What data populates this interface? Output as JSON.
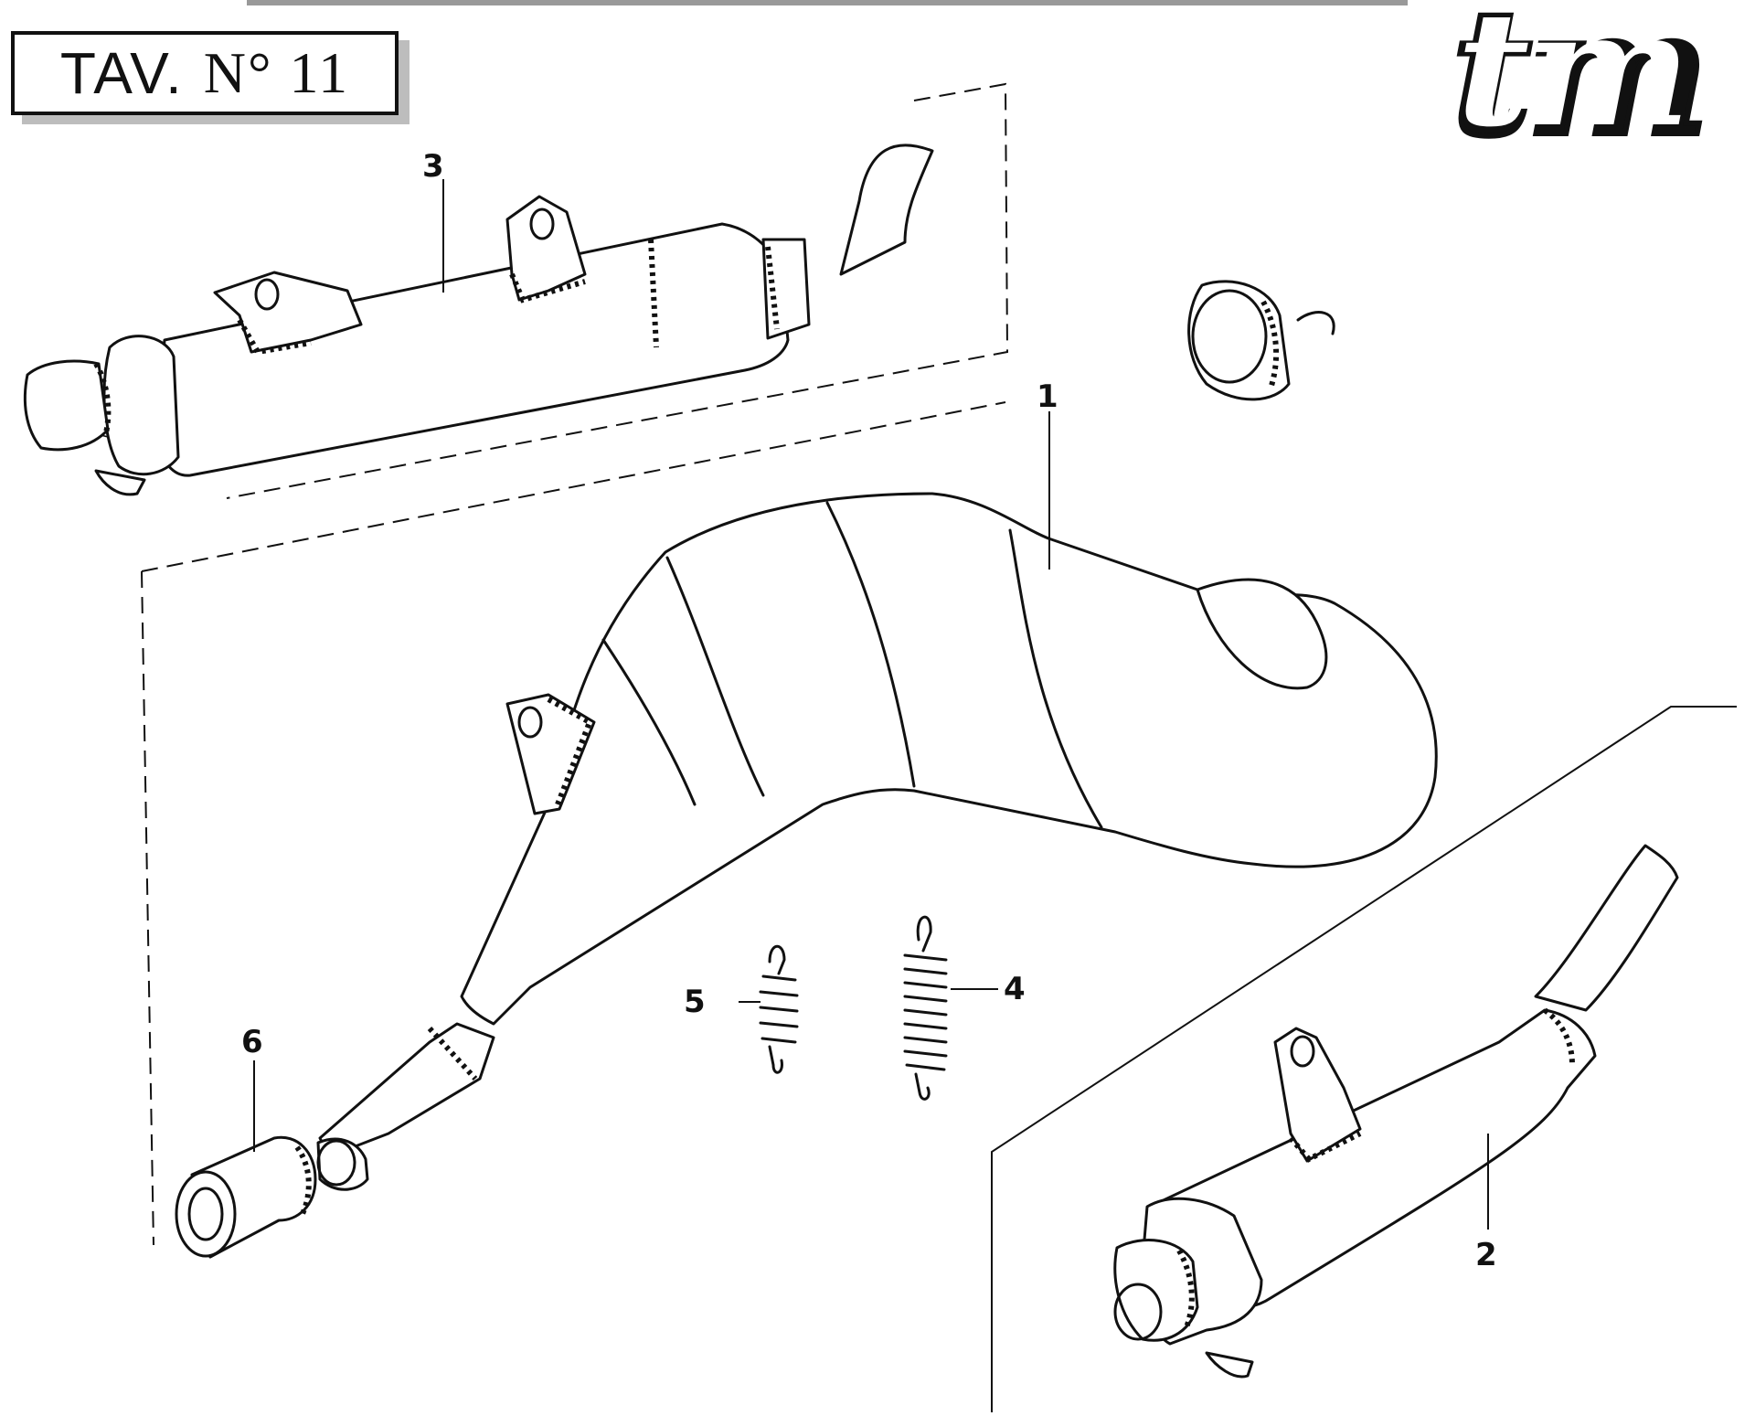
{
  "header": {
    "plate_prefix": "TAV.",
    "plate_number": "N° 11",
    "brand_logo": "tm"
  },
  "callouts": [
    {
      "id": "1",
      "label": "1"
    },
    {
      "id": "2",
      "label": "2"
    },
    {
      "id": "3",
      "label": "3"
    },
    {
      "id": "4",
      "label": "4"
    },
    {
      "id": "5",
      "label": "5"
    },
    {
      "id": "6",
      "label": "6"
    }
  ],
  "colors": {
    "ink": "#111111",
    "paper": "#ffffff",
    "shadow": "#bdbdbd"
  }
}
